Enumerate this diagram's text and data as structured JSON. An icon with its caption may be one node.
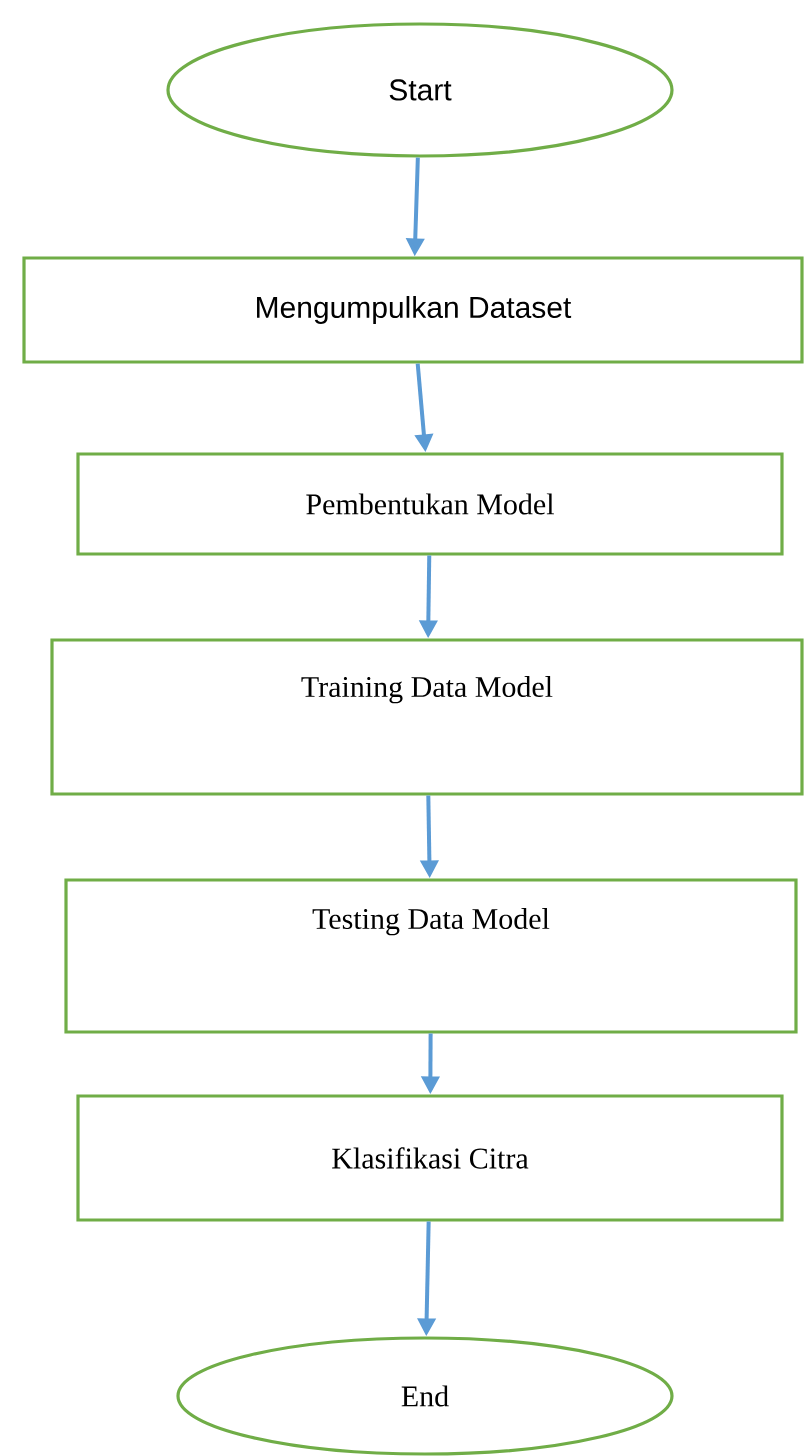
{
  "diagram": {
    "nodes": [
      {
        "text": [
          "Start"
        ]
      },
      {
        "text": [
          "Mengumpulkan Dataset"
        ]
      },
      {
        "text": [
          "Pembentukan Model"
        ]
      },
      {
        "text": [
          "Training Data Model"
        ]
      },
      {
        "text": [
          "Testing Data Model"
        ]
      },
      {
        "text": [
          "Klasifikasi Citra"
        ]
      },
      {
        "text": [
          "End"
        ]
      }
    ],
    "edges": [
      {
        "from": 0,
        "to": 1,
        "arrow": "to"
      },
      {
        "from": 1,
        "to": 2,
        "arrow": "to"
      },
      {
        "from": 2,
        "to": 3,
        "arrow": "to"
      },
      {
        "from": 3,
        "to": 4,
        "arrow": "to"
      },
      {
        "from": 4,
        "to": 5,
        "arrow": "to"
      },
      {
        "from": 5,
        "to": 6,
        "arrow": "to"
      }
    ]
  }
}
